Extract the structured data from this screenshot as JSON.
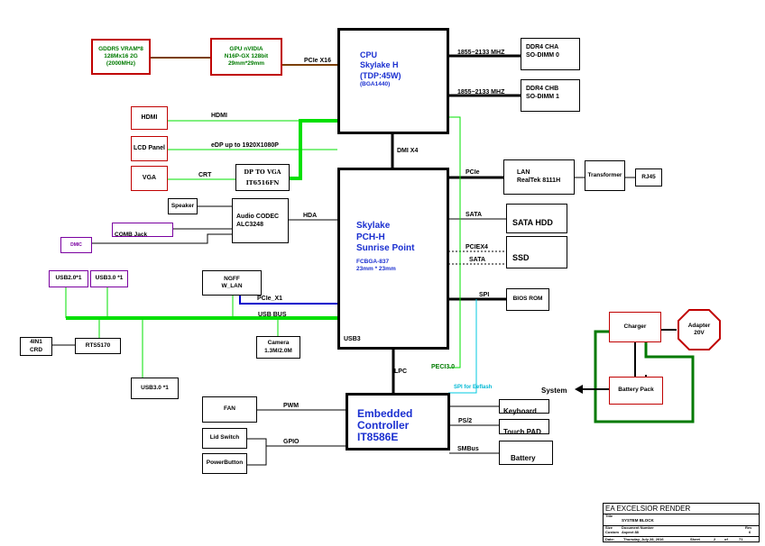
{
  "gpu_mem": {
    "line1": "GDDR5  VRAM*8",
    "line2": "128Mx16 2G",
    "line3": "(2000MHz)"
  },
  "gpu": {
    "line1": "GPU nVIDIA",
    "line2": "N16P-GX 128bit",
    "line3": "29mm*29mm"
  },
  "cpu": {
    "line1": "CPU",
    "line2": "Skylake H",
    "line3": "(TDP:45W)",
    "line4": "(BGA1440)"
  },
  "ddr_cha": {
    "line1": "DDR4 CHA",
    "line2": "SO-DIMM 0"
  },
  "ddr_chb": {
    "line1": "DDR4 CHB",
    "line2": "SO-DIMM 1"
  },
  "pch": {
    "line1": "Skylake",
    "line2": "PCH-H",
    "line3": "Sunrise Point",
    "line4": "FCBGA-837",
    "line5": "23mm * 23mm",
    "usb3": "USB3"
  },
  "ec": {
    "line1": "Embedded",
    "line2": "Controller",
    "line3": "IT8586E"
  },
  "boxes": {
    "hdmi": "HDMI",
    "lcd": "LCD Panel",
    "vga": "VGA",
    "dp_vga_1": "DP TO VGA",
    "dp_vga_2": "IT6516FN",
    "speaker": "Speaker",
    "comb": "COMB Jack",
    "dmic": "DMIC",
    "codec_1": "Audio CODEC",
    "codec_2": "ALC3248",
    "usb2": "USB2.0*1",
    "usb3a": "USB3.0 *1",
    "usb3b": "USB3.0 *1",
    "ngff_1": "NGFF",
    "ngff_2": "W_LAN",
    "crd_1": "4IN1",
    "crd_2": "CRD",
    "rts": "RTS5170",
    "camera_1": "Camera",
    "camera_2": "1.3M/2.0M",
    "lan_1": "LAN",
    "lan_2": "RealTek  8111H",
    "transformer": "Transformer",
    "rj45": "RJ45",
    "sata_hdd": "SATA HDD",
    "ssd": "SSD",
    "bios": "BIOS ROM",
    "charger": "Charger",
    "adapter_1": "Adapter",
    "adapter_2": "20V",
    "battery_pack": "Battery Pack",
    "keyboard": "Keyboard",
    "touchpad": "Touch PAD",
    "battery": "Battery",
    "fan": "FAN",
    "lid": "Lid Switch",
    "power": "PowerButton"
  },
  "labels": {
    "pcie_x16": "PCIe X16",
    "mhz1": "1855~2133 MHZ",
    "mhz2": "1855~2133 MHZ",
    "hdmi": "HDMI",
    "edp": "eDP up to 1920X1080P",
    "crt": "CRT",
    "dmi": "DMI X4",
    "hda": "HDA",
    "pcie": "PCIe",
    "sata": "SATA",
    "pciex4": "PCIEX4",
    "sata2": "SATA",
    "spi": "SPI",
    "pcie_x1": "PCIe_X1",
    "usb_bus": "USB BUS",
    "lpc": "LPC",
    "smbus_flash": "PECI3.0",
    "spi_flash": "SPI for Eeflash",
    "pwm": "PWM",
    "ps2": "PS/2",
    "gpio": "GPIO",
    "smbus": "SMBus",
    "system": "System"
  },
  "title_block": {
    "company": "EA EXCELSIOR RENDER",
    "title_lbl": "Title",
    "title": "SYSTEM BLOCK",
    "size_lbl": "Size",
    "size": "Custom",
    "doc_lbl": "Document Number",
    "doc": "Aspect 88",
    "rev_lbl": "Rev",
    "rev": "6",
    "date_lbl": "Date:",
    "date": "Thursday, July 28, 2016",
    "sheet_lbl": "Sheet",
    "sheet": "2",
    "of": "of",
    "total": "71"
  },
  "colors": {
    "green": "#00e000",
    "dark_green": "#007a00",
    "brown": "#7b3f00",
    "blue": "#0000cc",
    "cyan": "#00c8e0",
    "red": "#c00000",
    "purple": "#7a00a0",
    "navy": "#1a2fd0"
  }
}
